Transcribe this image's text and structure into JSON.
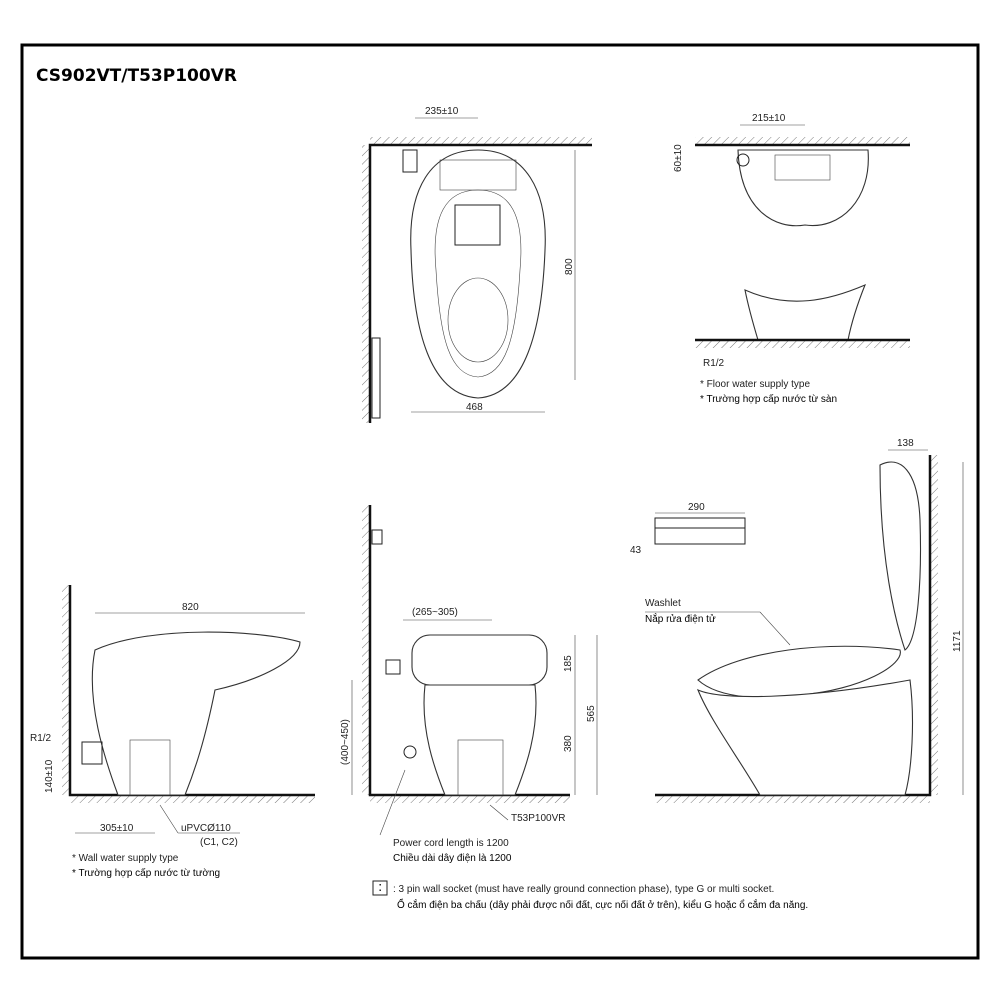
{
  "title": "CS902VT/T53P100VR",
  "top_view": {
    "dim_inlet": "235±10",
    "dim_length": "800",
    "dim_width": "468"
  },
  "floor_supply_view": {
    "dim_inlet": "215±10",
    "dim_offset": "60±10",
    "thread": "R1/2",
    "note_en": "* Floor water supply type",
    "note_vi": "* Trường hợp cấp nước từ sàn"
  },
  "side_view_left": {
    "dim_length": "820",
    "thread": "R1/2",
    "dim_height": "140±10",
    "dim_outlet": "305±10",
    "pipe": "uPVCØ110",
    "pipe_codes": "(C1, C2)",
    "note_en": "* Wall water supply type",
    "note_vi": "* Trường hợp cấp nước từ tường"
  },
  "front_view": {
    "dim_socket_range": "(265~305)",
    "dim_185": "185",
    "dim_565": "565",
    "dim_380": "380",
    "dim_socket_height": "(400~450)",
    "model": "T53P100VR",
    "cord_en": "Power cord length is 1200",
    "cord_vi": "Chiều dài dây điện là 1200"
  },
  "remote": {
    "dim_width": "290",
    "dim_height": "43"
  },
  "side_view_right": {
    "dim_138": "138",
    "dim_height": "1171",
    "washlet_en": "Washlet",
    "washlet_vi": "Nắp rửa điện tử"
  },
  "socket_note": {
    "icon": "wall-socket-icon",
    "text_en": ": 3 pin wall socket (must have really ground connection phase), type G or multi socket.",
    "text_vi": "Ổ cắm điện ba chấu (dây phải được nối đất, cực nối đất ở trên), kiểu G hoặc ổ cắm đa năng."
  }
}
